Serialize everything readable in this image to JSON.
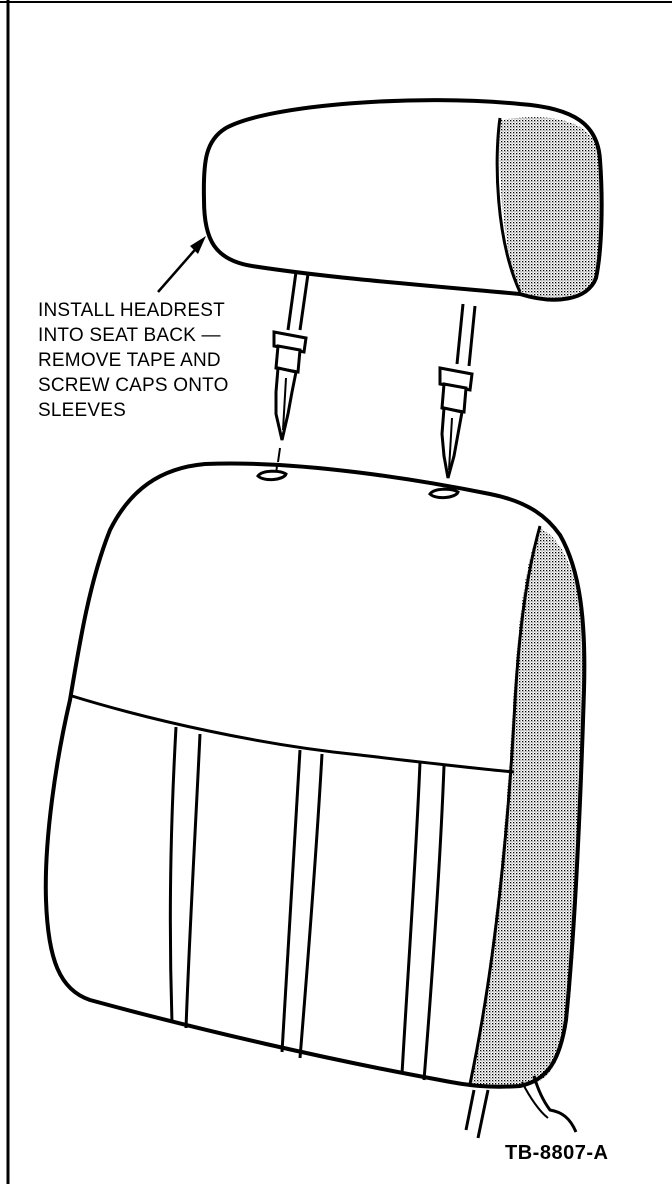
{
  "figure": {
    "callout_lines": [
      "INSTALL HEADREST",
      "INTO SEAT BACK —",
      "REMOVE TAPE AND",
      "SCREW CAPS ONTO",
      "SLEEVES"
    ],
    "figure_id": "TB-8807-A"
  },
  "colors": {
    "ink": "#000000",
    "paper": "#ffffff",
    "shading": "#9a9a9a"
  }
}
